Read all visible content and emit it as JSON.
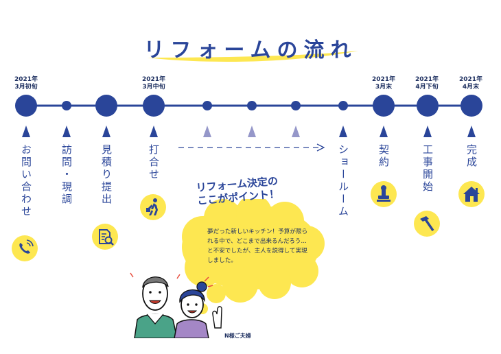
{
  "title": "リフォームの流れ",
  "dates": [
    {
      "line1": "2021年",
      "line2": "3月初旬"
    },
    {
      "line1": "2021年",
      "line2": "3月中旬"
    },
    {
      "line1": "2021年",
      "line2": "3月末"
    },
    {
      "line1": "2021年",
      "line2": "4月下旬"
    },
    {
      "line1": "2021年",
      "line2": "4月末"
    }
  ],
  "steps": [
    {
      "label": "お問い合わせ",
      "icon": "phone-icon"
    },
    {
      "label": "訪問・現調"
    },
    {
      "label": "見積り提出",
      "icon": "document-search-icon"
    },
    {
      "label": "打合せ",
      "icon": "walking-person-icon"
    },
    {
      "label": "ショールーム"
    },
    {
      "label": "契約",
      "icon": "stamp-icon"
    },
    {
      "label": "工事開始",
      "icon": "hammer-icon"
    },
    {
      "label": "完成",
      "icon": "house-icon"
    }
  ],
  "point": {
    "title_line1": "リフォーム決定の",
    "title_line2": "ここがポイント！",
    "text": "夢だった新しいキッチン！予算が限られる中で、どこまで出来るんだろう…と不安でしたが、主人を説得して実現しました。"
  },
  "caption": "N様ご夫婦",
  "colors": {
    "primary": "#2a4599",
    "accent": "#fde751",
    "light": "#9597c9"
  }
}
